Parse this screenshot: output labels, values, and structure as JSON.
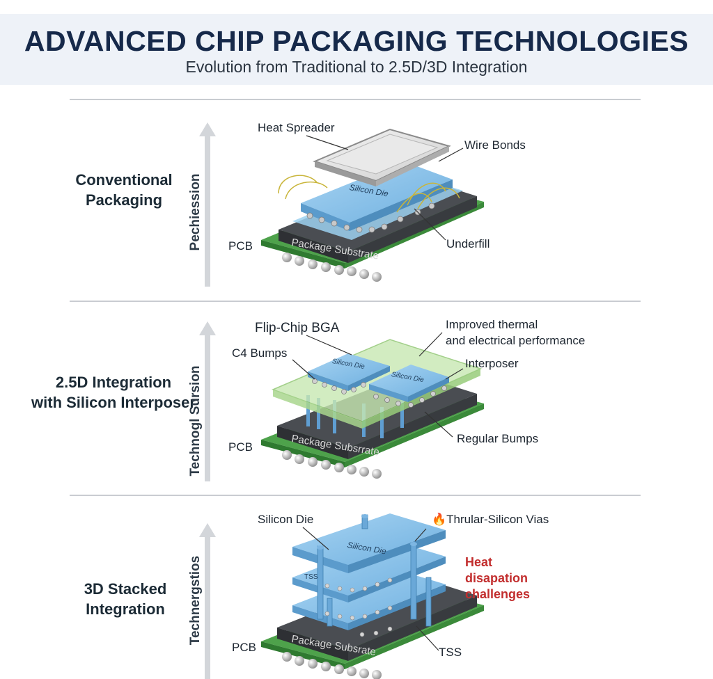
{
  "header": {
    "title": "ADVANCED CHIP PACKAGING TECHNOLOGIES",
    "subtitle": "Evolution from Traditional to 2.5D/3D Integration"
  },
  "sections": [
    {
      "title_line1": "Conventional",
      "title_line2": "Packaging",
      "axis_label": "Pechiession",
      "labels": {
        "heat_spreader": "Heat Spreader",
        "wire_bonds": "Wire Bonds",
        "underfill": "Underfill",
        "pcb": "PCB",
        "substrate": "Package Substrate",
        "die": "Silicon Die"
      }
    },
    {
      "title_line1": "2.5D Integration",
      "title_line2": "with Silicon Interposer",
      "axis_label": "Technogl Sursion",
      "labels": {
        "flip_chip": "Flip-Chip BGA",
        "c4_bumps": "C4 Bumps",
        "improved_1": "Improved thermal",
        "improved_2": "and electrical performance",
        "interposer": "Interposer",
        "regular_bumps": "Regular Bumps",
        "pcb": "PCB",
        "substrate": "Package Subsrrate",
        "die_a": "Silicon Die",
        "die_b": "Silicon Die"
      }
    },
    {
      "title_line1": "3D Stacked",
      "title_line2": "Integration",
      "axis_label": "Technergstios",
      "labels": {
        "silicon_die": "Silicon Die",
        "tsv": "Thrular-Silicon Vias",
        "heat_1": "Heat",
        "heat_2": "disapation",
        "heat_3": "challenges",
        "tss": "TSS",
        "pcb": "PCB",
        "substrate": "Package Subsrate",
        "die": "Silicon Die",
        "small": "TSS"
      }
    }
  ],
  "colors": {
    "title": "#16294a",
    "die_blue": "#8ec3ea",
    "pcb_green": "#4ea24b",
    "substrate": "#3f4247",
    "interposer": "#bfe3a8",
    "warning_red": "#c22d2d"
  }
}
